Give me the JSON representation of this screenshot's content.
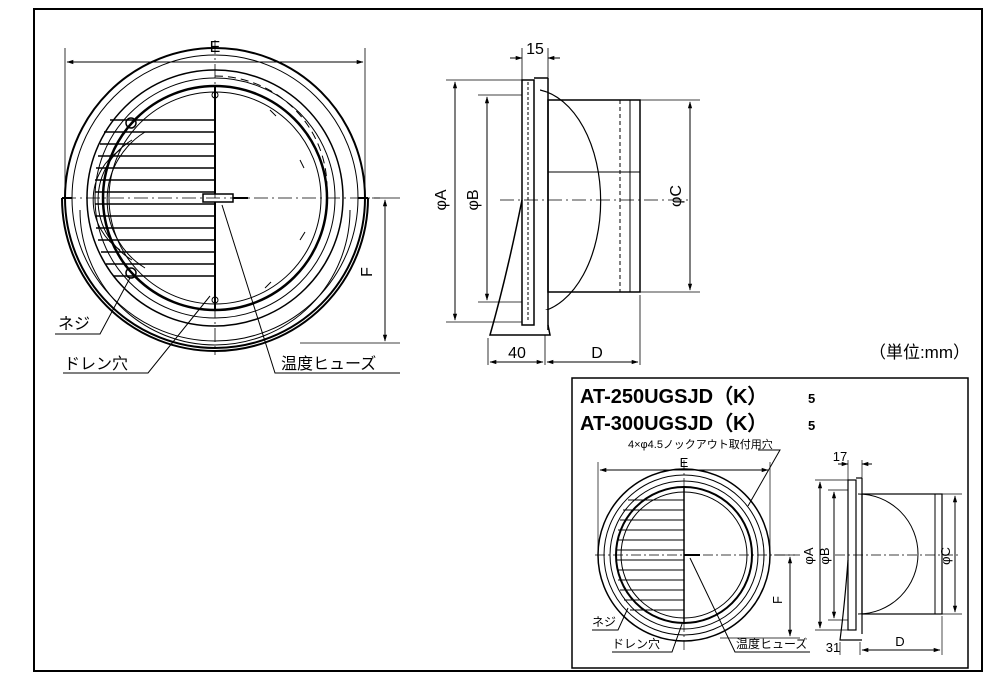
{
  "main_view": {
    "dim_E": "E",
    "dim_F": "F",
    "callout_screw": "ネジ",
    "callout_drain": "ドレン穴",
    "callout_fuse": "温度ヒューズ"
  },
  "side_view": {
    "dim_15": "15",
    "dim_phiA": "φA",
    "dim_phiB": "φB",
    "dim_phiC": "φC",
    "dim_40": "40",
    "dim_D": "D"
  },
  "unit_label": "（単位:mm）",
  "inset": {
    "model_1": "AT-250UGSJD（K）",
    "model_1_sub": "5",
    "model_2": "AT-300UGSJD（K）",
    "model_2_sub": "5",
    "knockout_note": "4×φ4.5ノックアウト取付用穴",
    "dim_E": "E",
    "dim_F": "F",
    "dim_17": "17",
    "dim_phiA": "φA",
    "dim_phiB": "φB",
    "dim_phiC": "φC",
    "dim_31": "31",
    "dim_D": "D",
    "callout_screw": "ネジ",
    "callout_drain": "ドレン穴",
    "callout_fuse": "温度ヒューズ"
  }
}
